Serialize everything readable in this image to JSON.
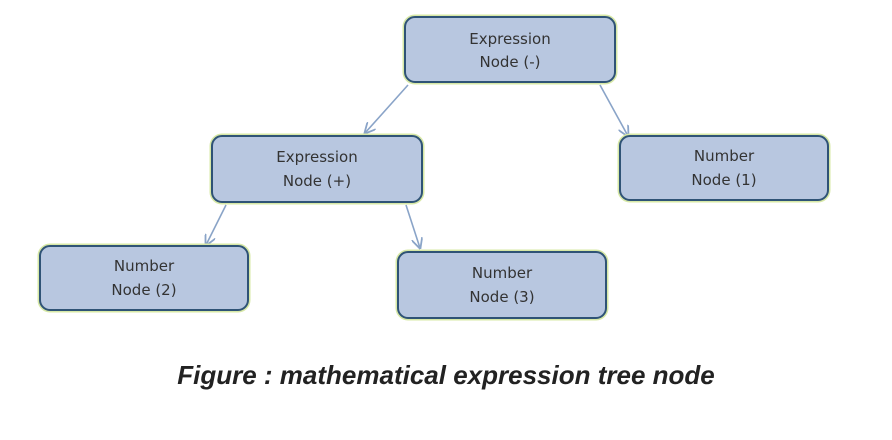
{
  "nodes": {
    "root": {
      "line1": "Expression",
      "line2": "Node (-)"
    },
    "plus": {
      "line1": "Expression",
      "line2": "Node (+)"
    },
    "one": {
      "line1": "Number",
      "line2": "Node (1)"
    },
    "two": {
      "line1": "Number",
      "line2": "Node (2)"
    },
    "three": {
      "line1": "Number",
      "line2": "Node (3)"
    }
  },
  "edges": [
    {
      "from": "root",
      "to": "plus"
    },
    {
      "from": "root",
      "to": "one"
    },
    {
      "from": "plus",
      "to": "two"
    },
    {
      "from": "plus",
      "to": "three"
    }
  ],
  "caption": "Figure : mathematical expression tree node",
  "colors": {
    "box_fill": "#b8c7e0",
    "box_border": "#2f5376",
    "box_glow": "#d7e8a6",
    "edge": "#8aa4c8"
  }
}
